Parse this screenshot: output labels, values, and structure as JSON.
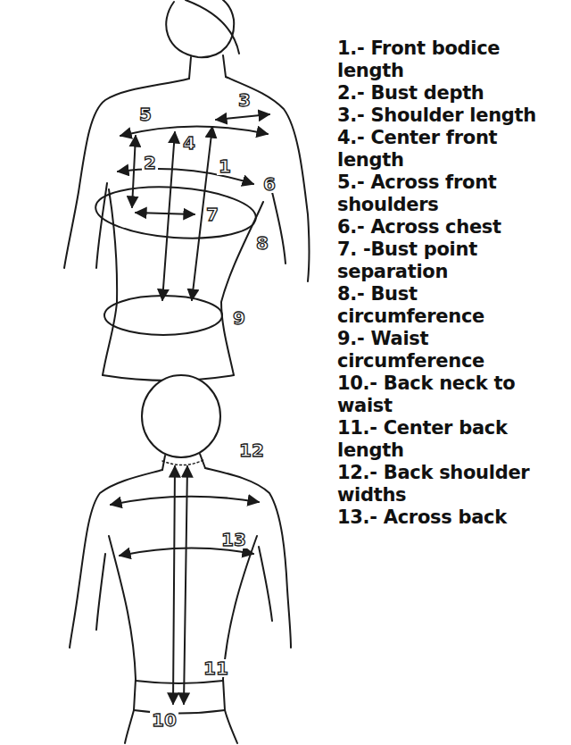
{
  "diagram": {
    "labels": [
      "5",
      "3",
      "4",
      "2",
      "1",
      "6",
      "7",
      "8",
      "9",
      "12",
      "13",
      "11",
      "10",
      "1.- Front bodice length",
      "2.- Bust depth",
      "3.- Shoulder length",
      "4.- Center front length",
      "5.- Across front shoulders",
      "6.- Across chest",
      "7. -Bust point separation",
      "8.- Bust circumference",
      "9.- Waist circumference",
      "10.- Back neck to waist",
      "11.- Center back length",
      "12.- Back shoulder widths",
      "13.- Across back"
    ]
  }
}
